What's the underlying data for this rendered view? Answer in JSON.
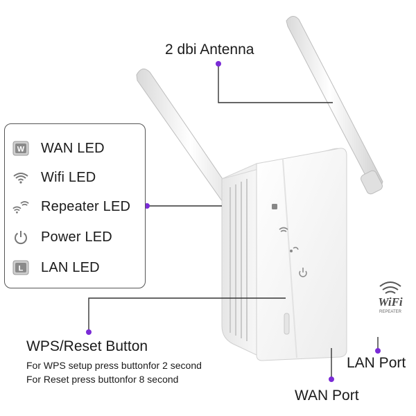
{
  "callouts": {
    "antenna": "2 dbi Antenna",
    "wps_title": "WPS/Reset Button",
    "wps_line1": "For WPS setup press buttonfor 2 second",
    "wps_line2": "For Reset press buttonfor 8 second",
    "lan_port": "LAN Port",
    "wan_port": "WAN Port"
  },
  "legend": {
    "items": [
      {
        "label": "WAN LED",
        "icon": "wan-square-icon",
        "glyph": "W"
      },
      {
        "label": "Wifi LED",
        "icon": "wifi-icon"
      },
      {
        "label": "Repeater LED",
        "icon": "repeater-icon"
      },
      {
        "label": "Power LED",
        "icon": "power-icon"
      },
      {
        "label": "LAN LED",
        "icon": "lan-square-icon",
        "glyph": "L"
      }
    ]
  },
  "device": {
    "brand_text": "WiFi",
    "brand_sub": "REPEATER"
  },
  "colors": {
    "accent_dot": "#7a2bd6",
    "line": "#333333",
    "device_body": "#f4f4f4"
  }
}
